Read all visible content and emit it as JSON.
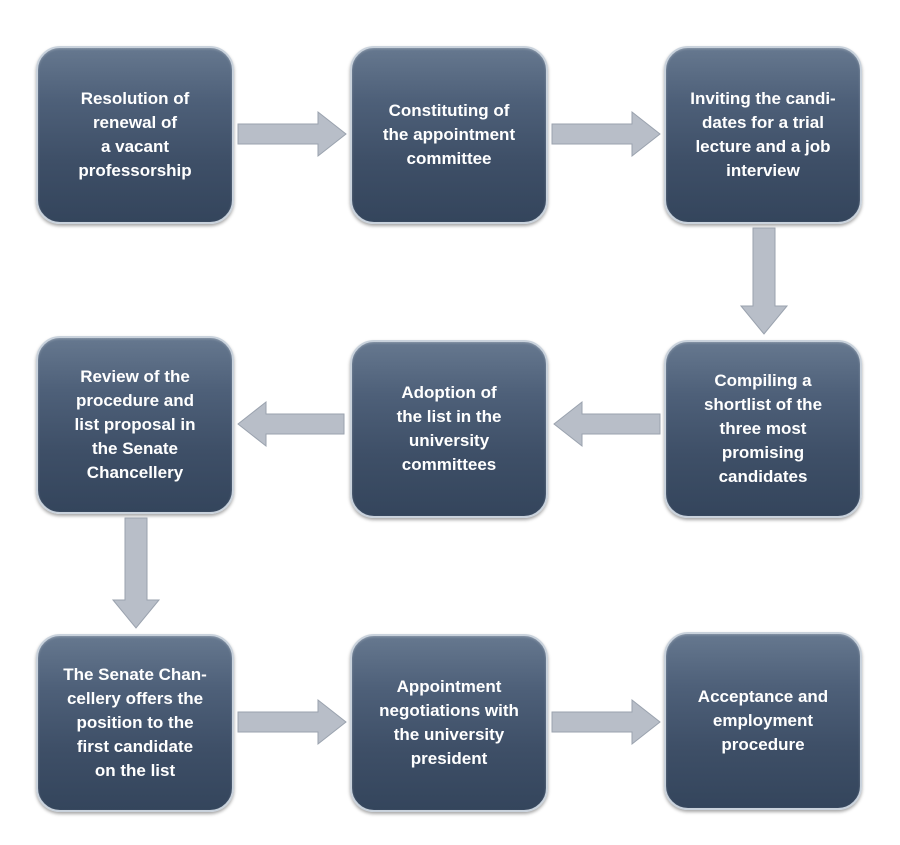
{
  "colors": {
    "box_fill_top": "#66788f",
    "box_fill_bottom": "#34455c",
    "box_border": "#c9d2dc",
    "box_text": "#ffffff",
    "arrow_fill": "#b8bec8"
  },
  "steps": [
    {
      "text": "Resolution of\nrenewal of\na vacant\nprofessorship"
    },
    {
      "text": "Constituting of\nthe appointment\ncommittee"
    },
    {
      "text": "Inviting the candi-\ndates for a trial\nlecture and a job\ninterview"
    },
    {
      "text": "Compiling a\nshortlist of the\nthree most\npromising\ncandidates"
    },
    {
      "text": "Adoption of\nthe list in the\nuniversity\ncommittees"
    },
    {
      "text": "Review of the\nprocedure and\nlist proposal in\nthe Senate\nChancellery"
    },
    {
      "text": "The Senate Chan-\ncellery offers the\nposition to the\nfirst candidate\non the list"
    },
    {
      "text": "Appointment\nnegotiations with\nthe university\npresident"
    },
    {
      "text": "Acceptance and\nemployment\nprocedure"
    }
  ]
}
